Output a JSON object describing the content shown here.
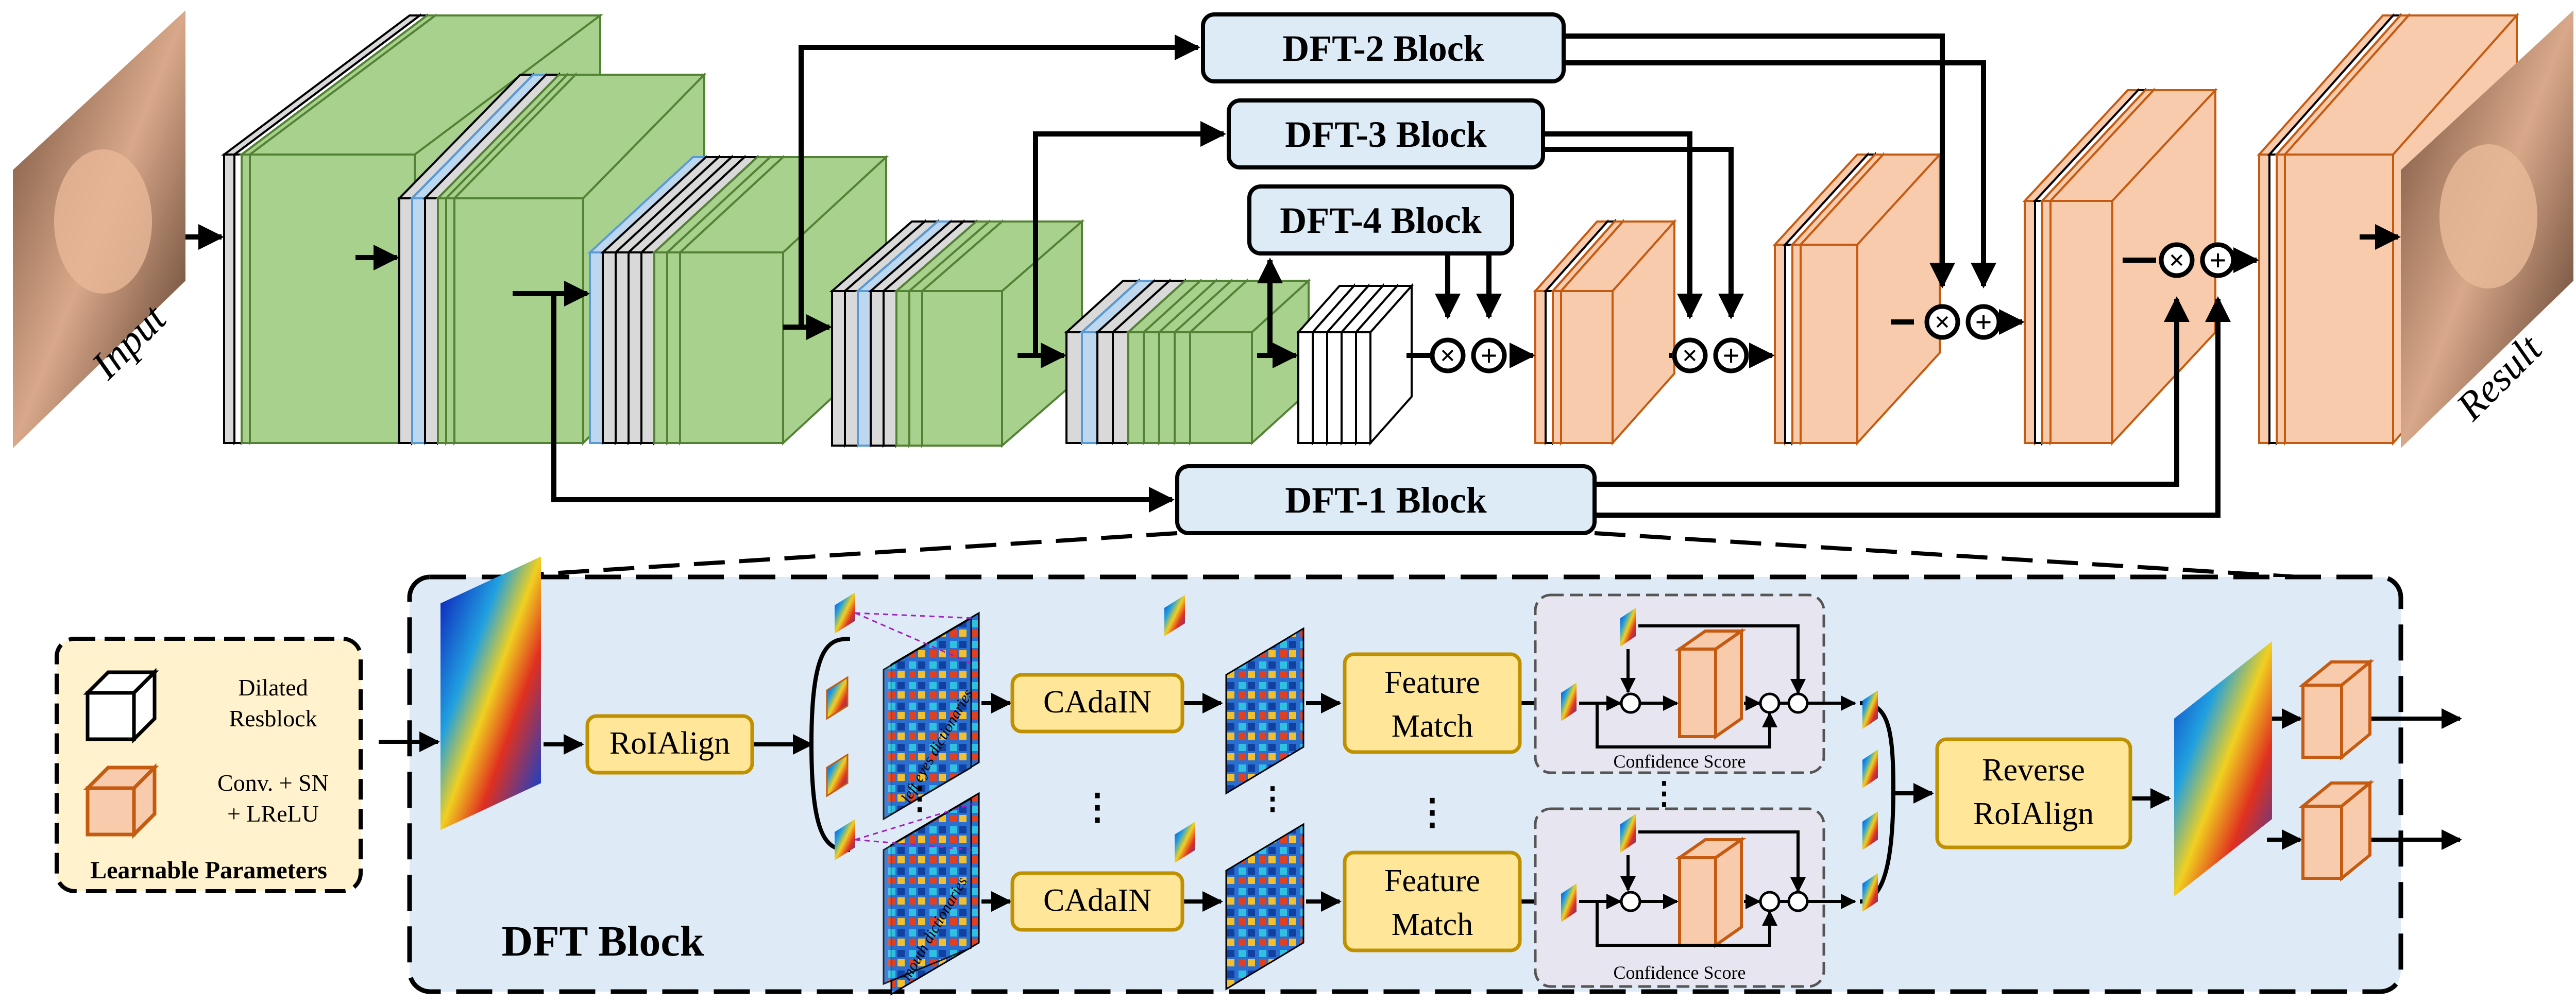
{
  "labels": {
    "input": "Input",
    "result": "Result",
    "dft_blocks": [
      "DFT-2 Block",
      "DFT-3 Block",
      "DFT-4 Block",
      "DFT-1 Block"
    ],
    "dft_block_title": "DFT Block",
    "roialign": "RoIAlign",
    "cadain_top": "CAdaIN",
    "cadain_bottom": "CAdaIN",
    "feature_match_top": [
      "Feature",
      "Match"
    ],
    "feature_match_bottom": [
      "Feature",
      "Match"
    ],
    "confidence_score_top": "Confidence Score",
    "confidence_score_bottom": "Confidence Score",
    "reverse_roialign": [
      "Reverse",
      "RoIAlign"
    ],
    "left_eyes_dictionaries": "left eyes dictionaries",
    "mouth_dictionaries": "mouth dictionaries",
    "ellipsis_v": "⋮",
    "op_mul": "×",
    "op_add": "+"
  },
  "legend": {
    "title": "Learnable Parameters",
    "item1": [
      "Dilated",
      "Resblock"
    ],
    "item2": [
      "Conv. + SN",
      "+ LReLU"
    ]
  },
  "colors": {
    "green_fill": "#a9d18e",
    "green_stroke": "#548235",
    "gray_fill": "#d9d9d9",
    "blue_fill": "#bdd7ee",
    "blue_stroke": "#5b9bd5",
    "orange_fill": "#f8cbad",
    "orange_stroke": "#c55a11",
    "dft_fill": "#ddebf7",
    "module_fill": "#ffe699",
    "module_stroke": "#bf9000",
    "legend_fill": "#fff2cc",
    "panel_fill": "#deebf7",
    "conf_fill": "#e7e6f0"
  }
}
